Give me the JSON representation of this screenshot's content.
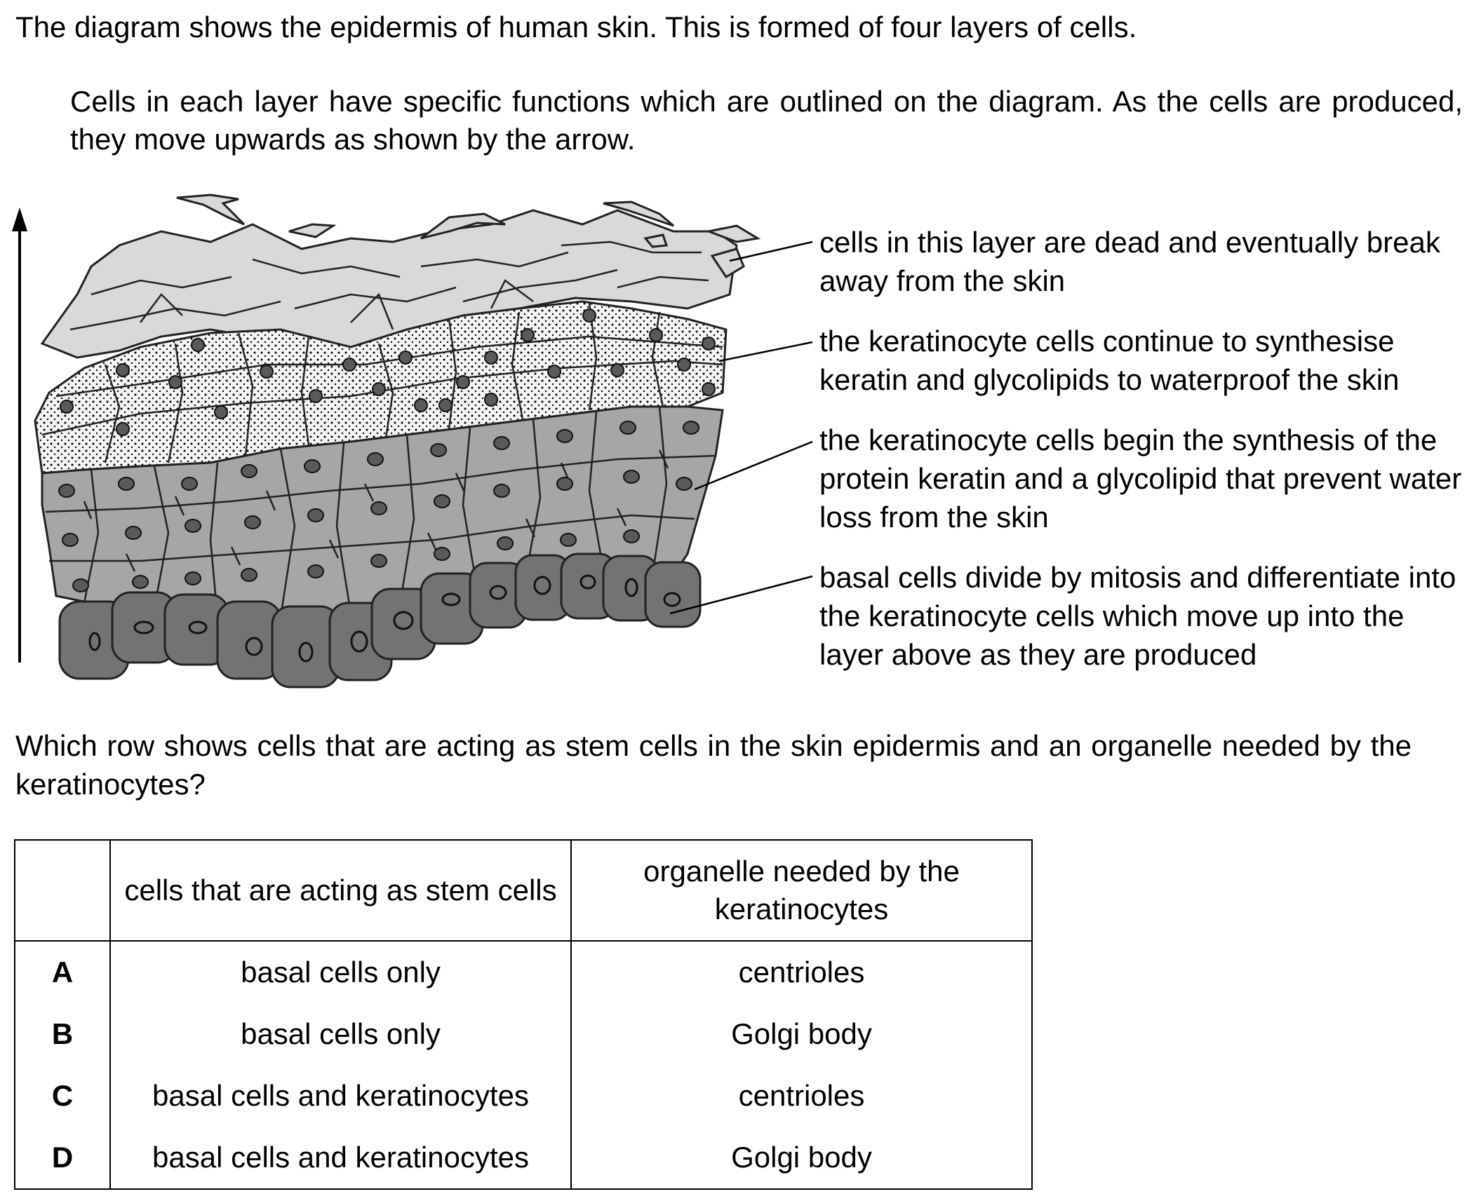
{
  "intro": "The diagram shows the epidermis of human skin. This is formed of four layers of cells.",
  "paragraph": "Cells in each layer have specific functions which are outlined on the diagram. As the cells are produced, they move upwards as shown by the arrow.",
  "labels": [
    "cells in this layer are dead and eventually break away from the skin",
    "the keratinocyte cells continue to synthesise keratin and glycolipids to waterproof the skin",
    "the keratinocyte cells begin the synthesis of the protein keratin and a glycolipid that prevent water loss from the skin",
    "basal cells divide by mitosis and differentiate into the keratinocyte cells which move up into the layer above as they are produced"
  ],
  "question": "Which row shows cells that are acting as stem cells in the skin epidermis and an organelle needed by the keratinocytes?",
  "table": {
    "headers": [
      "",
      "cells that are acting as stem cells",
      "organelle needed by the keratinocytes"
    ],
    "rows": [
      {
        "letter": "A",
        "cells": "basal cells only",
        "organelle": "centrioles"
      },
      {
        "letter": "B",
        "cells": "basal cells only",
        "organelle": "Golgi body"
      },
      {
        "letter": "C",
        "cells": "basal cells and keratinocytes",
        "organelle": "centrioles"
      },
      {
        "letter": "D",
        "cells": "basal cells and keratinocytes",
        "organelle": "Golgi body"
      }
    ]
  },
  "colors": {
    "dead_layer": "#d9d9d9",
    "granular_layer": "#f4f4f4",
    "spinous_layer": "#a6a6a6",
    "basal_layer": "#737373",
    "nucleus": "#5a5a5a"
  }
}
